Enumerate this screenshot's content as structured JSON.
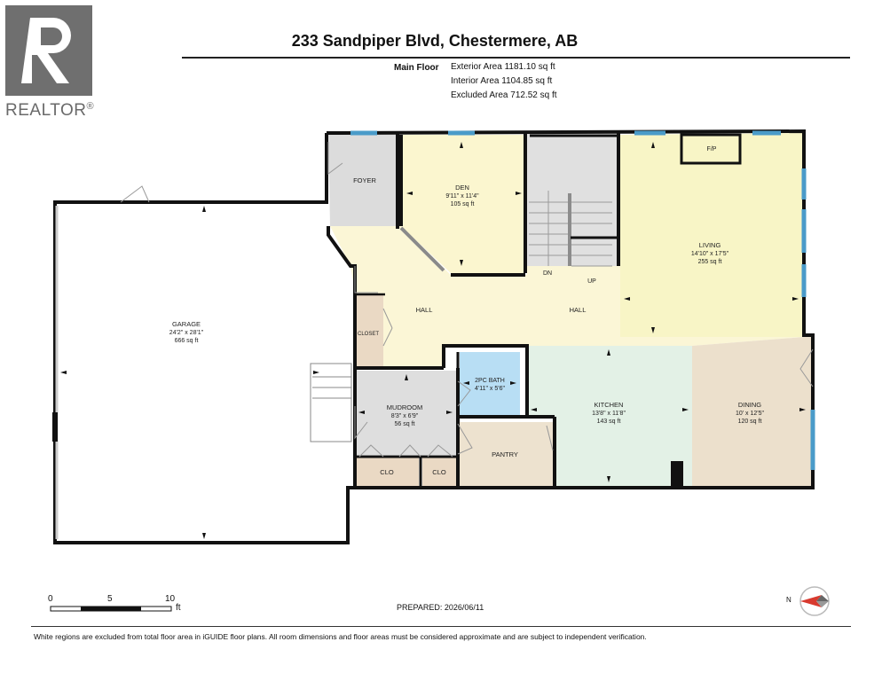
{
  "logo": {
    "text": "REALTOR",
    "mark": "®"
  },
  "header": {
    "title": "233 Sandpiper Blvd, Chestermere, AB",
    "floor_label": "Main Floor",
    "exterior_area": "Exterior Area 1181.10 sq ft",
    "interior_area": "Interior Area 1104.85 sq ft",
    "excluded_area": "Excluded Area 712.52 sq ft"
  },
  "rooms": {
    "foyer": {
      "name": "FOYER"
    },
    "den": {
      "name": "DEN",
      "dims": "9'11\" x 11'4\"",
      "area": "105 sq ft"
    },
    "living": {
      "name": "LIVING",
      "dims": "14'10\" x 17'5\"",
      "area": "255 sq ft"
    },
    "fp": {
      "name": "F/P"
    },
    "garage": {
      "name": "GARAGE",
      "dims": "24'2\" x 28'1\"",
      "area": "666 sq ft"
    },
    "hall1": {
      "name": "HALL"
    },
    "hall2": {
      "name": "HALL"
    },
    "closet": {
      "name": "CLOSET"
    },
    "dn": {
      "name": "DN"
    },
    "up": {
      "name": "UP"
    },
    "bath": {
      "name": "2PC BATH",
      "dims": "4'11\" x 5'6\""
    },
    "mudroom": {
      "name": "MUDROOM",
      "dims": "8'3\" x 6'9\"",
      "area": "56 sq ft"
    },
    "kitchen": {
      "name": "KITCHEN",
      "dims": "13'8\" x 11'8\"",
      "area": "143 sq ft"
    },
    "dining": {
      "name": "DINING",
      "dims": "10' x 12'5\"",
      "area": "120 sq ft"
    },
    "pantry": {
      "name": "PANTRY"
    },
    "clo1": {
      "name": "CLO"
    },
    "clo2": {
      "name": "CLO"
    }
  },
  "scale": {
    "tick0": "0",
    "tick5": "5",
    "tick10": "10",
    "unit": "ft"
  },
  "compass": {
    "label": "N"
  },
  "footer": {
    "prepared": "PREPARED: 2026/06/11",
    "disclaimer": "White regions are excluded from total floor area in iGUIDE floor plans. All room dimensions and floor areas must be considered approximate and are subject to independent verification."
  },
  "colors": {
    "foyer": "#dcdcdc",
    "den": "#fbf6cf",
    "hall": "#fbf6d6",
    "living": "#f8f5c6",
    "stairs": "#e0e0e0",
    "bath": "#b8def4",
    "mudroom": "#dedede",
    "kitchen": "#e3f1e6",
    "dining": "#ece0cc",
    "pantry": "#ede2cf",
    "closet": "#ead9c4",
    "window": "#4a9bc9",
    "wall": "#111111"
  }
}
